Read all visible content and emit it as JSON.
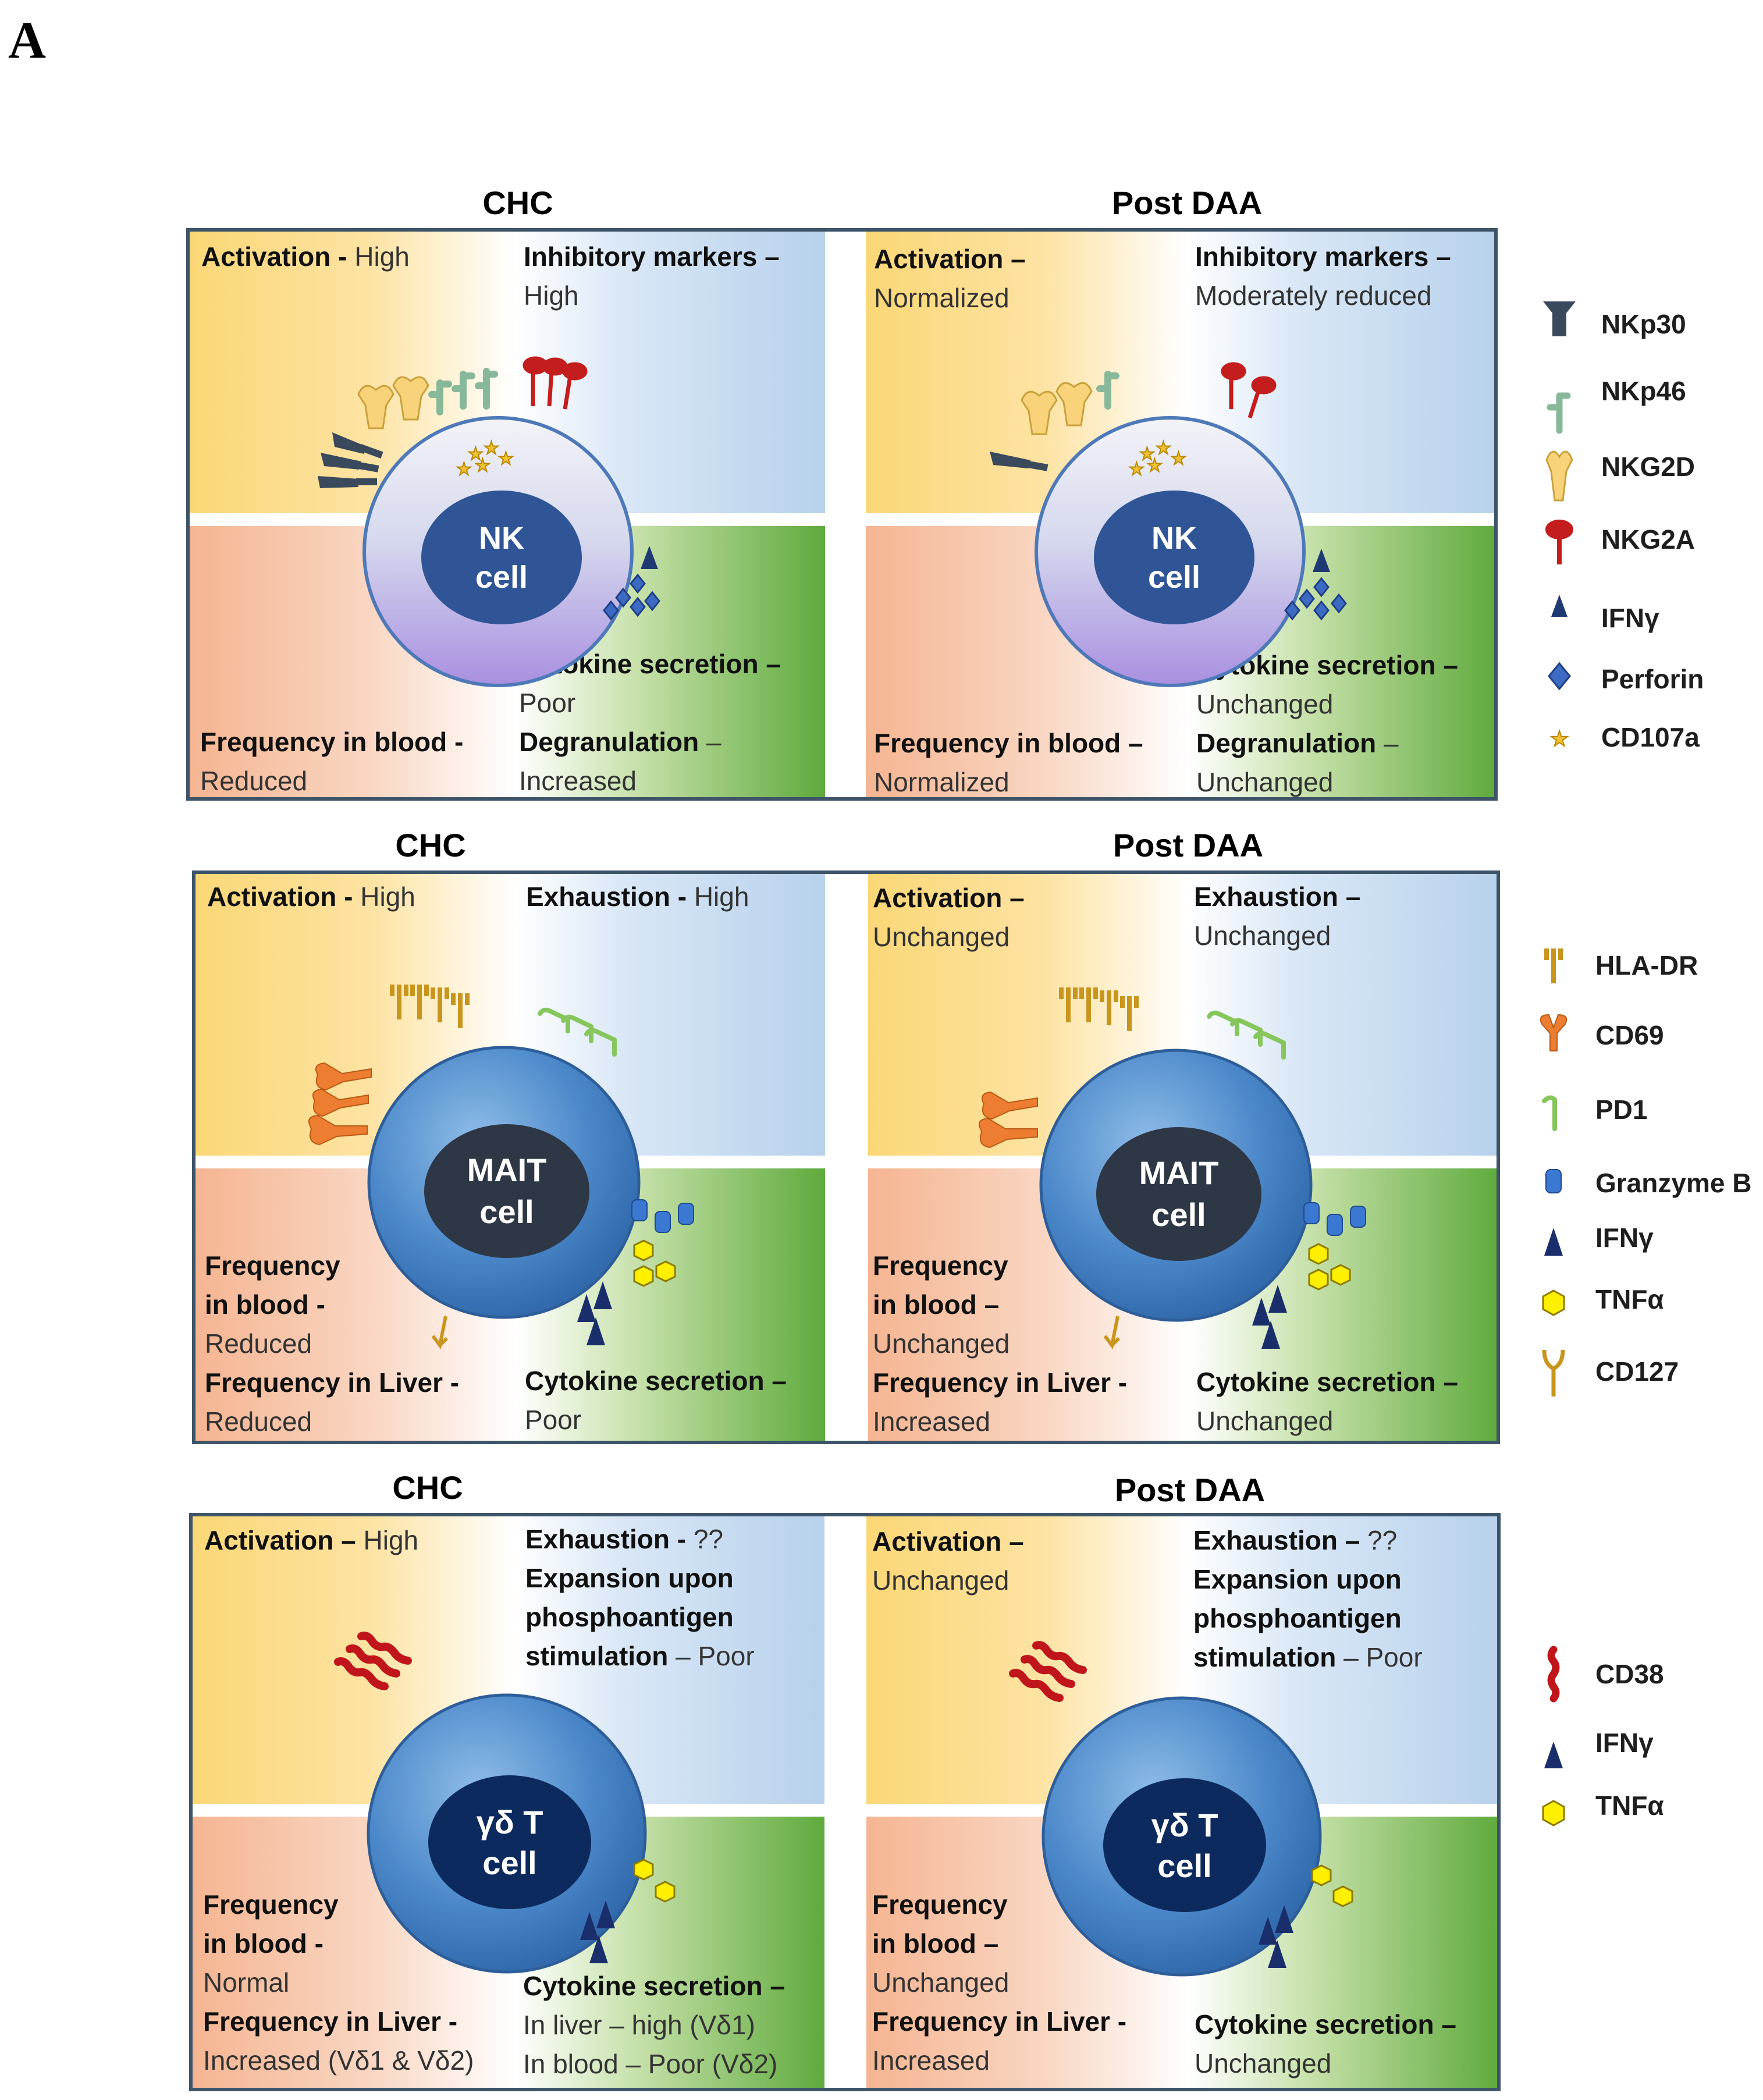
{
  "panel_letter": "A",
  "colors": {
    "frame": "#3e5468",
    "activation_bg": "#fbd776",
    "inhibitory_bg": "#b7d1ec",
    "frequency_bg": "#f5b592",
    "cytokine_bg": "#5faa3d",
    "nk_nucleus": "#2f5597",
    "mait_nucleus": "#2e3745",
    "gd_nucleus": "#0d2a5e",
    "cell_body_blue": "#4a87c9"
  },
  "rows": [
    {
      "cell_type": "NK",
      "cell_label_line1": "NK",
      "cell_label_line2": "cell",
      "chc": {
        "title": "CHC",
        "top_left": {
          "label": "Activation",
          "sep": " - ",
          "value": "High"
        },
        "top_right": {
          "label": "Inhibitory  markers –",
          "value": "High"
        },
        "bottom_left": {
          "label": "Frequency in blood -",
          "value": "Reduced"
        },
        "bottom_right": {
          "label": "Cytokine secretion –",
          "value": "Poor",
          "label2": "Degranulation",
          "sep2": "  –",
          "value2": "Increased"
        }
      },
      "post": {
        "title": "Post DAA",
        "top_left": {
          "label": "Activation –",
          "value": "Normalized"
        },
        "top_right": {
          "label": "Inhibitory  markers –",
          "value": "Moderately reduced"
        },
        "bottom_left": {
          "label": "Frequency in blood –",
          "value": "Normalized"
        },
        "bottom_right": {
          "label": "Cytokine secretion –",
          "value": "Unchanged",
          "label2": "Degranulation",
          "sep2": "  –",
          "value2": "Unchanged"
        }
      },
      "legend": [
        {
          "icon": "nkp30-receptor-icon",
          "label": "NKp30"
        },
        {
          "icon": "nkp46-receptor-icon",
          "label": "NKp46"
        },
        {
          "icon": "nkg2d-receptor-icon",
          "label": "NKG2D"
        },
        {
          "icon": "nkg2a-receptor-icon",
          "label": "NKG2A"
        },
        {
          "icon": "ifng-triangle-icon",
          "label": "IFNγ"
        },
        {
          "icon": "perforin-diamond-icon",
          "label": "Perforin"
        },
        {
          "icon": "cd107a-star-icon",
          "label": "CD107a"
        }
      ]
    },
    {
      "cell_type": "MAIT",
      "cell_label_line1": "MAIT",
      "cell_label_line2": "cell",
      "chc": {
        "title": "CHC",
        "top_left": {
          "label": "Activation",
          "sep": " - ",
          "value": "High"
        },
        "top_right": {
          "label": "Exhaustion",
          "sep": "  - ",
          "value": "High"
        },
        "bottom_left": {
          "label": "Frequency",
          "label_b": "in blood -",
          "value": "Reduced",
          "label2": "Frequency in Liver -",
          "value2": "Reduced"
        },
        "bottom_right": {
          "label": "Cytokine secretion –",
          "value": "Poor"
        }
      },
      "post": {
        "title": "Post DAA",
        "top_left": {
          "label": "Activation –",
          "value": "Unchanged"
        },
        "top_right": {
          "label": "Exhaustion –",
          "value": "Unchanged"
        },
        "bottom_left": {
          "label": "Frequency",
          "label_b": "in blood –",
          "value": "Unchanged",
          "label2": "Frequency in Liver -",
          "value2": "Increased"
        },
        "bottom_right": {
          "label": "Cytokine secretion –",
          "value": "Unchanged"
        }
      },
      "legend": [
        {
          "icon": "hla-dr-receptor-icon",
          "label": "HLA-DR"
        },
        {
          "icon": "cd69-receptor-icon",
          "label": "CD69"
        },
        {
          "icon": "pd1-receptor-icon",
          "label": "PD1"
        },
        {
          "icon": "granzyme-b-icon",
          "label": "Granzyme B"
        },
        {
          "icon": "ifng-triangle-icon",
          "label": "IFNγ"
        },
        {
          "icon": "tnfa-hexagon-icon",
          "label": "TNFα"
        },
        {
          "icon": "cd127-receptor-icon",
          "label": "CD127"
        }
      ]
    },
    {
      "cell_type": "gamma-delta-T",
      "cell_label_line1": "γδ T",
      "cell_label_line2": "cell",
      "chc": {
        "title": "CHC",
        "top_left": {
          "label": "Activation",
          "sep": " – ",
          "value": "High"
        },
        "top_right": {
          "label": "Exhaustion",
          "sep": "  - ",
          "value": "??",
          "label2": "Expansion upon",
          "label3": "phosphoantigen",
          "label4": "stimulation",
          "sep4": " – ",
          "value4": "Poor"
        },
        "bottom_left": {
          "label": "Frequency",
          "label_b": "in blood -",
          "value": "Normal",
          "label2": "Frequency in Liver -",
          "value2": "Increased (Vδ1 & Vδ2)"
        },
        "bottom_right": {
          "label": "Cytokine secretion –",
          "value": "In liver – high (Vδ1)",
          "value2": "In blood – Poor (Vδ2)"
        }
      },
      "post": {
        "title": "Post DAA",
        "top_left": {
          "label": "Activation –",
          "value": "Unchanged"
        },
        "top_right": {
          "label": "Exhaustion",
          "sep": " – ",
          "value": "??",
          "label2": "Expansion upon",
          "label3": "phosphoantigen",
          "label4": "stimulation",
          "sep4": " – ",
          "value4": "Poor"
        },
        "bottom_left": {
          "label": "Frequency",
          "label_b": "in blood –",
          "value": "Unchanged",
          "label2": "Frequency in Liver -",
          "value2": "Increased"
        },
        "bottom_right": {
          "label": "Cytokine secretion –",
          "value": "Unchanged"
        }
      },
      "legend": [
        {
          "icon": "cd38-receptor-icon",
          "label": "CD38"
        },
        {
          "icon": "ifng-triangle-icon",
          "label": "IFNγ"
        },
        {
          "icon": "tnfa-hexagon-icon",
          "label": "TNFα"
        }
      ]
    }
  ]
}
